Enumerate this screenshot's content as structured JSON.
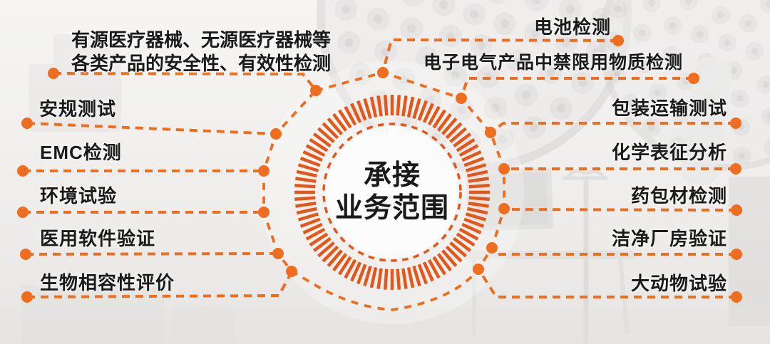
{
  "center": {
    "line1": "承接",
    "line2": "业务范围"
  },
  "left_labels": [
    {
      "line1": "有源医疗器械、无源医疗器械等",
      "line2": "各类产品的安全性、有效性检测"
    },
    {
      "text": "安规测试"
    },
    {
      "text": "EMC检测"
    },
    {
      "text": "环境试验"
    },
    {
      "text": "医用软件验证"
    },
    {
      "text": "生物相容性评价"
    }
  ],
  "right_labels": [
    {
      "text": "电池检测"
    },
    {
      "text": "电子电气产品中禁限用物质检测"
    },
    {
      "text": "包装运输测试"
    },
    {
      "text": "化学表征分析"
    },
    {
      "text": "药包材检测"
    },
    {
      "text": "洁净厂房验证"
    },
    {
      "text": "大动物试验"
    }
  ],
  "colors": {
    "accent": "#EE6D1E",
    "accent_deep": "#E4571B",
    "ink": "#1A1A1A"
  }
}
